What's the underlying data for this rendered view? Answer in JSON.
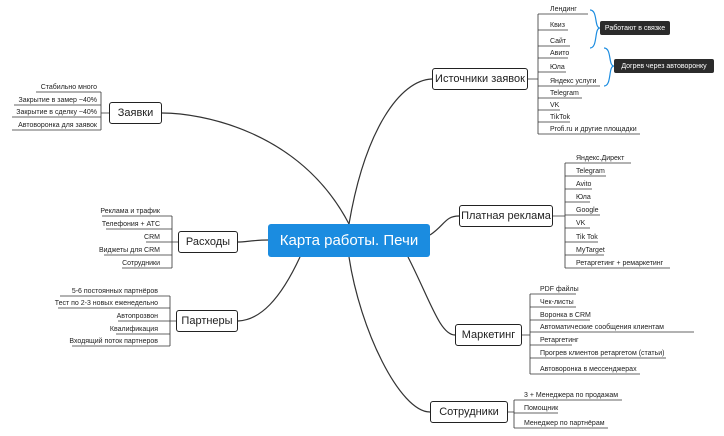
{
  "center": {
    "label": "Карта работы. Печи"
  },
  "topics": {
    "sources": {
      "label": "Источники заявок",
      "items": [
        "Лендинг",
        "Квиз",
        "Сайт",
        "Авито",
        "Юла",
        "Яндекс услуги",
        "Telegram",
        "VK",
        "TikTok",
        "Profi.ru и другие площадки"
      ]
    },
    "ads": {
      "label": "Платная реклама",
      "items": [
        "Яндекс.Директ",
        "Telegram",
        "Avito",
        "Юла",
        "Google",
        "VK",
        "Tik Tok",
        "MyTarget",
        "Ретаргетинг + ремаркетинг"
      ]
    },
    "marketing": {
      "label": "Маркетинг",
      "items": [
        "PDF файлы",
        "Чек-листы",
        "Воронка в CRM",
        "Автоматические сообщения клиентам",
        "Ретаргетинг",
        "Прогрев клиентов ретаргетом (статьи)",
        "Автоворонка в мессенджерах"
      ]
    },
    "staff": {
      "label": "Сотрудники",
      "items": [
        "3 + Менеджера по продажам",
        "Помощник",
        "Менеджер по партнёрам"
      ]
    },
    "requests": {
      "label": "Заявки",
      "items": [
        "Стабильно много",
        "Закрытие в замер ~40%",
        "Закрытие в сделку ~40%",
        "Автоворонка для заявок"
      ]
    },
    "expenses": {
      "label": "Расходы",
      "items": [
        "Реклама и трафик",
        "Телефония + АТС",
        "CRM",
        "Виджеты для CRM",
        "Сотрудники"
      ]
    },
    "partners": {
      "label": "Партнеры",
      "items": [
        "5-6 постоянных партнёров",
        "Тест по 2-3 новых еженедельно",
        "Автопрозвон",
        "Квалификация",
        "Входящий поток партнеров"
      ]
    }
  },
  "tags": {
    "linked": "Работают в связке",
    "warmup": "Догрев через автоворонку"
  },
  "colors": {
    "center": "#1b8ce0",
    "bracket": "#1b8ce0",
    "line": "#222222"
  }
}
